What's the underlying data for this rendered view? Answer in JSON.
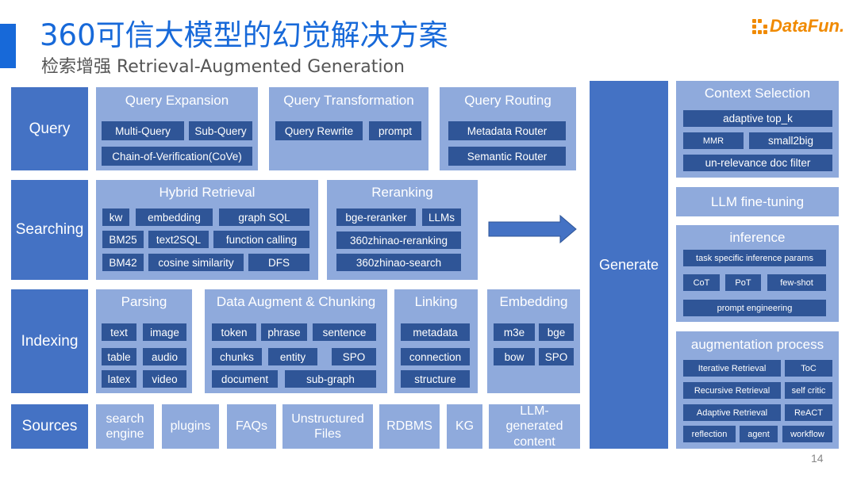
{
  "header": {
    "title": "360可信大模型的幻觉解决方案",
    "subtitle": "检索增强 Retrieval-Augmented Generation",
    "logo": "DataFun."
  },
  "rows": {
    "query": "Query",
    "searching": "Searching",
    "indexing": "Indexing",
    "sources": "Sources"
  },
  "query": {
    "expansion": {
      "title": "Query Expansion",
      "items": [
        "Multi-Query",
        "Sub-Query",
        "Chain-of-Verification(CoVe)"
      ]
    },
    "transformation": {
      "title": "Query Transformation",
      "items": [
        "Query Rewrite",
        "prompt"
      ]
    },
    "routing": {
      "title": "Query Routing",
      "items": [
        "Metadata Router",
        "Semantic Router"
      ]
    }
  },
  "searching": {
    "hybrid": {
      "title": "Hybrid Retrieval",
      "items": [
        "kw",
        "embedding",
        "graph SQL",
        "BM25",
        "text2SQL",
        "function calling",
        "BM42",
        "cosine similarity",
        "DFS"
      ]
    },
    "reranking": {
      "title": "Reranking",
      "items": [
        "bge-reranker",
        "LLMs",
        "360zhinao-reranking",
        "360zhinao-search"
      ]
    }
  },
  "indexing": {
    "parsing": {
      "title": "Parsing",
      "items": [
        "text",
        "image",
        "table",
        "audio",
        "latex",
        "video"
      ]
    },
    "augment": {
      "title": "Data Augment & Chunking",
      "items": [
        "token",
        "phrase",
        "sentence",
        "chunks",
        "entity",
        "SPO",
        "document",
        "sub-graph"
      ]
    },
    "linking": {
      "title": "Linking",
      "items": [
        "metadata",
        "connection",
        "structure"
      ]
    },
    "embedding": {
      "title": "Embedding",
      "items": [
        "m3e",
        "bge",
        "bow",
        "SPO"
      ]
    }
  },
  "sources": [
    "search engine",
    "plugins",
    "FAQs",
    "Unstructured Files",
    "RDBMS",
    "KG",
    "LLM-generated content"
  ],
  "generate": "Generate",
  "right": {
    "context": {
      "title": "Context Selection",
      "items": [
        "adaptive  top_k",
        "MMR",
        "small2big",
        "un-relevance doc filter"
      ]
    },
    "finetune": "LLM fine-tuning",
    "inference": {
      "title": "inference",
      "items": [
        "task specific inference params",
        "CoT",
        "PoT",
        "few-shot",
        "prompt engineering"
      ]
    },
    "augmentation": {
      "title": "augmentation process",
      "items": [
        "Iterative Retrieval",
        "ToC",
        "Recursive Retrieval",
        "self critic",
        "Adaptive Retrieval",
        "ReACT",
        "reflection",
        "agent",
        "workflow"
      ]
    }
  },
  "page_number": "14",
  "colors": {
    "accent": "#1769d9",
    "dark_box": "#4472c4",
    "group_box": "#8faadc",
    "chip": "#2f5597",
    "logo": "#f08a00"
  }
}
